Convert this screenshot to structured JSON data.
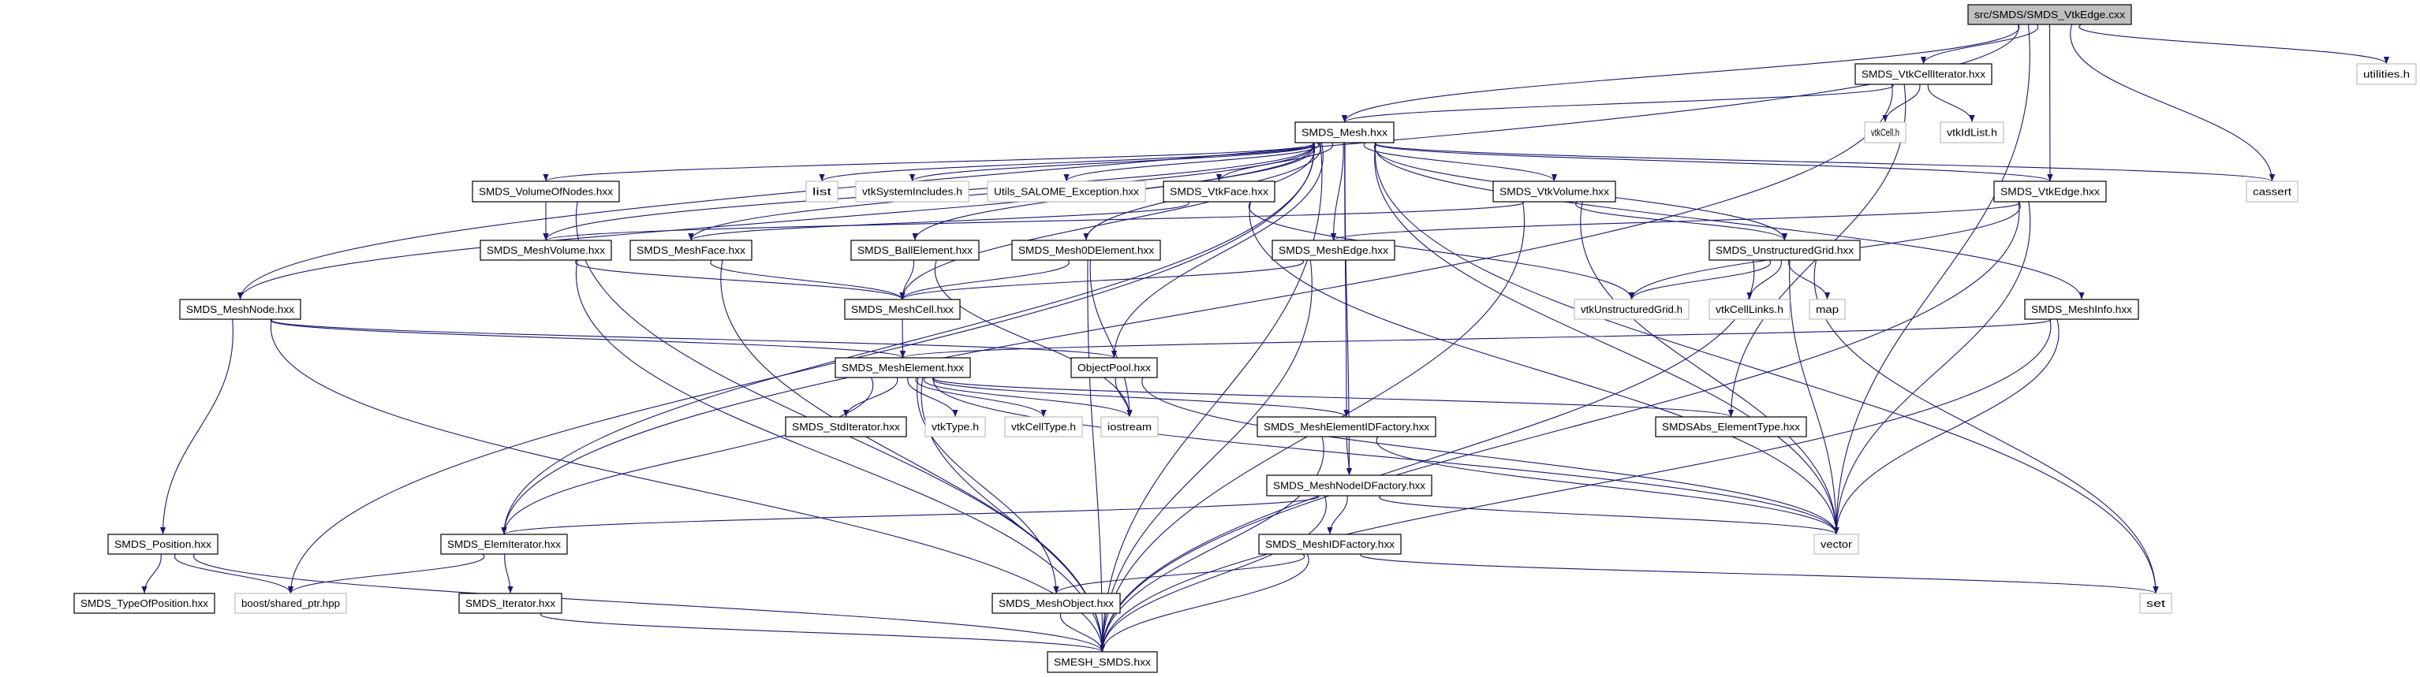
{
  "colors": {
    "edge": "#191970",
    "root_fill": "#bfbfbf",
    "documented_border": "#000000",
    "external_border": "#bfbfbf",
    "background": "#ffffff"
  },
  "nodes": [
    {
      "id": "root",
      "label": "src/SMDS/SMDS_VtkEdge.cxx",
      "kind": "root"
    },
    {
      "id": "vtkcelliterator",
      "label": "SMDS_VtkCellIterator.hxx",
      "kind": "documented"
    },
    {
      "id": "utilities",
      "label": "utilities.h",
      "kind": "external"
    },
    {
      "id": "mesh",
      "label": "SMDS_Mesh.hxx",
      "kind": "documented"
    },
    {
      "id": "vtkcell",
      "label": "vtkCell.h",
      "kind": "external"
    },
    {
      "id": "vtkidlist",
      "label": "vtkIdList.h",
      "kind": "external"
    },
    {
      "id": "volumeofnodes",
      "label": "SMDS_VolumeOfNodes.hxx",
      "kind": "documented"
    },
    {
      "id": "list",
      "label": "list",
      "kind": "external"
    },
    {
      "id": "vtksysinc",
      "label": "vtkSystemIncludes.h",
      "kind": "external"
    },
    {
      "id": "utilsexc",
      "label": "Utils_SALOME_Exception.hxx",
      "kind": "external"
    },
    {
      "id": "vtkface",
      "label": "SMDS_VtkFace.hxx",
      "kind": "documented"
    },
    {
      "id": "vtkvolume",
      "label": "SMDS_VtkVolume.hxx",
      "kind": "documented"
    },
    {
      "id": "vtkedge",
      "label": "SMDS_VtkEdge.hxx",
      "kind": "documented"
    },
    {
      "id": "cassert",
      "label": "cassert",
      "kind": "external"
    },
    {
      "id": "meshvolume",
      "label": "SMDS_MeshVolume.hxx",
      "kind": "documented"
    },
    {
      "id": "meshface",
      "label": "SMDS_MeshFace.hxx",
      "kind": "documented"
    },
    {
      "id": "ballelement",
      "label": "SMDS_BallElement.hxx",
      "kind": "documented"
    },
    {
      "id": "mesh0d",
      "label": "SMDS_Mesh0DElement.hxx",
      "kind": "documented"
    },
    {
      "id": "meshedge",
      "label": "SMDS_MeshEdge.hxx",
      "kind": "documented"
    },
    {
      "id": "ugrid",
      "label": "SMDS_UnstructuredGrid.hxx",
      "kind": "documented"
    },
    {
      "id": "meshnode",
      "label": "SMDS_MeshNode.hxx",
      "kind": "documented"
    },
    {
      "id": "meshcell",
      "label": "SMDS_MeshCell.hxx",
      "kind": "documented"
    },
    {
      "id": "vtkugrid",
      "label": "vtkUnstructuredGrid.h",
      "kind": "external"
    },
    {
      "id": "vtkcelllinks",
      "label": "vtkCellLinks.h",
      "kind": "external"
    },
    {
      "id": "map",
      "label": "map",
      "kind": "external"
    },
    {
      "id": "meshinfo",
      "label": "SMDS_MeshInfo.hxx",
      "kind": "documented"
    },
    {
      "id": "meshelement",
      "label": "SMDS_MeshElement.hxx",
      "kind": "documented"
    },
    {
      "id": "objectpool",
      "label": "ObjectPool.hxx",
      "kind": "documented"
    },
    {
      "id": "stditerator",
      "label": "SMDS_StdIterator.hxx",
      "kind": "documented"
    },
    {
      "id": "vtktype",
      "label": "vtkType.h",
      "kind": "external"
    },
    {
      "id": "vtkcelltype",
      "label": "vtkCellType.h",
      "kind": "external"
    },
    {
      "id": "iostream",
      "label": "iostream",
      "kind": "external"
    },
    {
      "id": "elemidfactory",
      "label": "SMDS_MeshElementIDFactory.hxx",
      "kind": "documented"
    },
    {
      "id": "elementtype",
      "label": "SMDSAbs_ElementType.hxx",
      "kind": "documented"
    },
    {
      "id": "nodeidfactory",
      "label": "SMDS_MeshNodeIDFactory.hxx",
      "kind": "documented"
    },
    {
      "id": "vector",
      "label": "vector",
      "kind": "external"
    },
    {
      "id": "position",
      "label": "SMDS_Position.hxx",
      "kind": "documented"
    },
    {
      "id": "elemiterator",
      "label": "SMDS_ElemIterator.hxx",
      "kind": "documented"
    },
    {
      "id": "meshidfactory",
      "label": "SMDS_MeshIDFactory.hxx",
      "kind": "documented"
    },
    {
      "id": "typeofposition",
      "label": "SMDS_TypeOfPosition.hxx",
      "kind": "documented"
    },
    {
      "id": "boost",
      "label": "boost/shared_ptr.hpp",
      "kind": "external"
    },
    {
      "id": "iterator",
      "label": "SMDS_Iterator.hxx",
      "kind": "documented"
    },
    {
      "id": "meshobject",
      "label": "SMDS_MeshObject.hxx",
      "kind": "documented"
    },
    {
      "id": "set",
      "label": "set",
      "kind": "external"
    },
    {
      "id": "smesh",
      "label": "SMESH_SMDS.hxx",
      "kind": "documented"
    }
  ],
  "edges": [
    [
      "root",
      "mesh"
    ],
    [
      "root",
      "vtkcelliterator"
    ],
    [
      "root",
      "vtkedge"
    ],
    [
      "root",
      "utilities"
    ],
    [
      "root",
      "cassert"
    ],
    [
      "root",
      "meshnode"
    ],
    [
      "root",
      "vector"
    ],
    [
      "vtkcelliterator",
      "mesh"
    ],
    [
      "vtkcelliterator",
      "vtkcell"
    ],
    [
      "vtkcelliterator",
      "vtkidlist"
    ],
    [
      "vtkcelliterator",
      "elementtype"
    ],
    [
      "vtkcelliterator",
      "elemiterator"
    ],
    [
      "mesh",
      "list"
    ],
    [
      "mesh",
      "vtksysinc"
    ],
    [
      "mesh",
      "utilsexc"
    ],
    [
      "mesh",
      "vtkface"
    ],
    [
      "mesh",
      "vtkvolume"
    ],
    [
      "mesh",
      "vtkedge"
    ],
    [
      "mesh",
      "cassert"
    ],
    [
      "mesh",
      "volumeofnodes"
    ],
    [
      "mesh",
      "meshvolume"
    ],
    [
      "mesh",
      "meshface"
    ],
    [
      "mesh",
      "meshnode"
    ],
    [
      "mesh",
      "ballelement"
    ],
    [
      "mesh",
      "mesh0d"
    ],
    [
      "mesh",
      "meshedge"
    ],
    [
      "mesh",
      "meshcell"
    ],
    [
      "mesh",
      "ugrid"
    ],
    [
      "mesh",
      "meshinfo"
    ],
    [
      "mesh",
      "objectpool"
    ],
    [
      "mesh",
      "elemidfactory"
    ],
    [
      "mesh",
      "nodeidfactory"
    ],
    [
      "mesh",
      "elemiterator"
    ],
    [
      "mesh",
      "boost"
    ],
    [
      "mesh",
      "vector"
    ],
    [
      "mesh",
      "set"
    ],
    [
      "mesh",
      "smesh"
    ],
    [
      "volumeofnodes",
      "meshvolume"
    ],
    [
      "volumeofnodes",
      "smesh"
    ],
    [
      "vtkface",
      "meshface"
    ],
    [
      "vtkface",
      "vtkugrid"
    ],
    [
      "vtkface",
      "vector"
    ],
    [
      "vtkvolume",
      "meshvolume"
    ],
    [
      "vtkvolume",
      "ugrid"
    ],
    [
      "vtkvolume",
      "vector"
    ],
    [
      "vtkvolume",
      "smesh"
    ],
    [
      "vtkedge",
      "meshedge"
    ],
    [
      "vtkedge",
      "vtkugrid"
    ],
    [
      "vtkedge",
      "vector"
    ],
    [
      "vtkedge",
      "smesh"
    ],
    [
      "meshvolume",
      "meshcell"
    ],
    [
      "meshvolume",
      "smesh"
    ],
    [
      "meshface",
      "meshcell"
    ],
    [
      "meshface",
      "smesh"
    ],
    [
      "ballelement",
      "meshcell"
    ],
    [
      "ballelement",
      "iostream"
    ],
    [
      "mesh0d",
      "meshcell"
    ],
    [
      "mesh0d",
      "iostream"
    ],
    [
      "mesh0d",
      "smesh"
    ],
    [
      "meshedge",
      "meshcell"
    ],
    [
      "meshedge",
      "smesh"
    ],
    [
      "ugrid",
      "vtkugrid"
    ],
    [
      "ugrid",
      "vtkcelllinks"
    ],
    [
      "ugrid",
      "map"
    ],
    [
      "ugrid",
      "vector"
    ],
    [
      "ugrid",
      "set"
    ],
    [
      "ugrid",
      "smesh"
    ],
    [
      "meshnode",
      "meshelement"
    ],
    [
      "meshnode",
      "objectpool"
    ],
    [
      "meshnode",
      "position"
    ],
    [
      "meshnode",
      "smesh"
    ],
    [
      "meshcell",
      "meshelement"
    ],
    [
      "meshinfo",
      "meshelement"
    ],
    [
      "meshinfo",
      "vector"
    ],
    [
      "meshinfo",
      "smesh"
    ],
    [
      "meshelement",
      "stditerator"
    ],
    [
      "meshelement",
      "vtktype"
    ],
    [
      "meshelement",
      "vtkcelltype"
    ],
    [
      "meshelement",
      "iostream"
    ],
    [
      "meshelement",
      "elemidfactory"
    ],
    [
      "meshelement",
      "elementtype"
    ],
    [
      "meshelement",
      "vector"
    ],
    [
      "meshelement",
      "elemiterator"
    ],
    [
      "meshelement",
      "meshobject"
    ],
    [
      "meshelement",
      "smesh"
    ],
    [
      "objectpool",
      "iostream"
    ],
    [
      "objectpool",
      "vector"
    ],
    [
      "elemidfactory",
      "nodeidfactory"
    ],
    [
      "elemidfactory",
      "vector"
    ],
    [
      "elemidfactory",
      "smesh"
    ],
    [
      "nodeidfactory",
      "meshidfactory"
    ],
    [
      "nodeidfactory",
      "elemiterator"
    ],
    [
      "nodeidfactory",
      "vector"
    ],
    [
      "nodeidfactory",
      "smesh"
    ],
    [
      "meshidfactory",
      "meshobject"
    ],
    [
      "meshidfactory",
      "set"
    ],
    [
      "meshidfactory",
      "smesh"
    ],
    [
      "position",
      "typeofposition"
    ],
    [
      "position",
      "boost"
    ],
    [
      "position",
      "smesh"
    ],
    [
      "elemiterator",
      "iterator"
    ],
    [
      "elemiterator",
      "boost"
    ],
    [
      "iterator",
      "smesh"
    ],
    [
      "meshobject",
      "smesh"
    ]
  ]
}
